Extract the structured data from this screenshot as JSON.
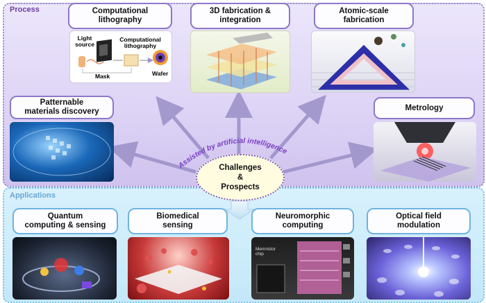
{
  "process": {
    "label": "Process",
    "boxes": {
      "comp_litho": "Computational\nlithography",
      "fab3d": "3D fabrication &\nintegration",
      "atomic": "Atomic-scale\nfabrication",
      "patternable": "Patternable\nmaterials discovery",
      "metrology": "Metrology"
    },
    "litho_diagram": {
      "light_source": "Light\nsource",
      "comp_litho": "Computational\nlithography",
      "mask": "Mask",
      "wafer": "Wafer"
    }
  },
  "center": {
    "line1": "Challenges",
    "line2": "&",
    "line3": "Prospects",
    "arc_text": "Assisted by artificial intelligence"
  },
  "applications": {
    "label": "Applications",
    "boxes": {
      "quantum": "Quantum\ncomputing & sensing",
      "biomedical": "Biomedical\nsensing",
      "neuromorphic": "Neuromorphic\ncomputing",
      "optical": "Optical field\nmodulation"
    },
    "neuro_chip_label": "Memristor\nchip"
  },
  "colors": {
    "process_border": "#9b8cc9",
    "apps_border": "#7cc3e6",
    "arrow": "#9d93c9",
    "arc_text": "#7a3fc4"
  }
}
